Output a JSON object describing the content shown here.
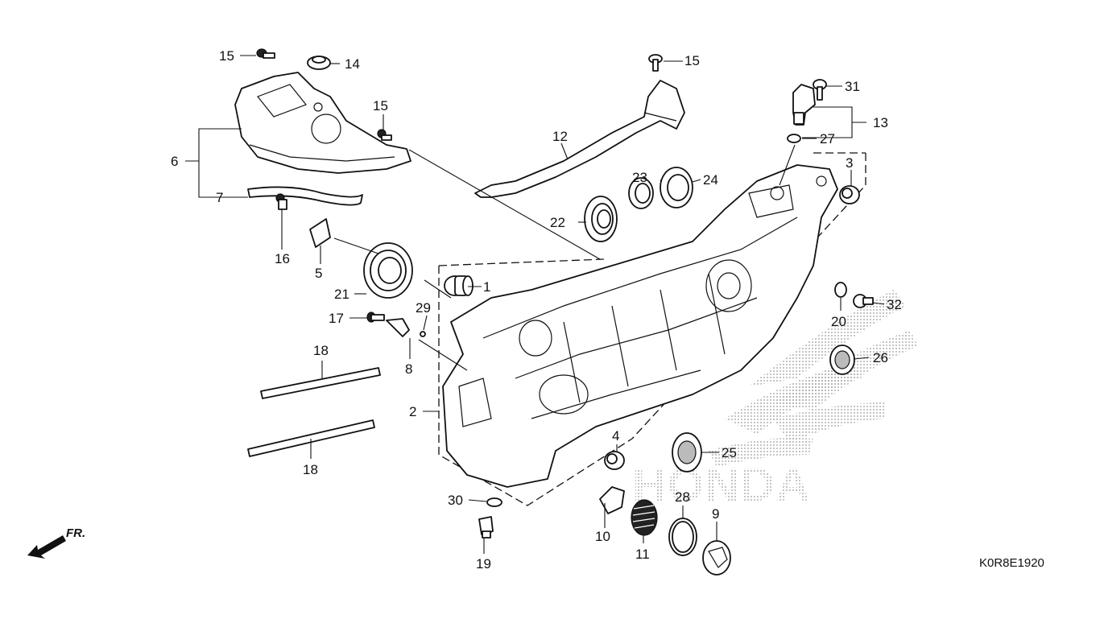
{
  "diagram": {
    "reference_code": "K0R8E1920",
    "direction_indicator": "FR.",
    "watermark": "HONDA",
    "callouts": {
      "c1": "1",
      "c2": "2",
      "c3": "3",
      "c4": "4",
      "c5": "5",
      "c6": "6",
      "c7": "7",
      "c8": "8",
      "c9": "9",
      "c10": "10",
      "c11": "11",
      "c12": "12",
      "c13": "13",
      "c14": "14",
      "c15a": "15",
      "c15b": "15",
      "c15c": "15",
      "c16": "16",
      "c17": "17",
      "c18a": "18",
      "c18b": "18",
      "c19": "19",
      "c20": "20",
      "c21": "21",
      "c22": "22",
      "c23": "23",
      "c24": "24",
      "c25": "25",
      "c26": "26",
      "c27": "27",
      "c28": "28",
      "c29": "29",
      "c30": "30",
      "c31": "31",
      "c32": "32"
    }
  }
}
